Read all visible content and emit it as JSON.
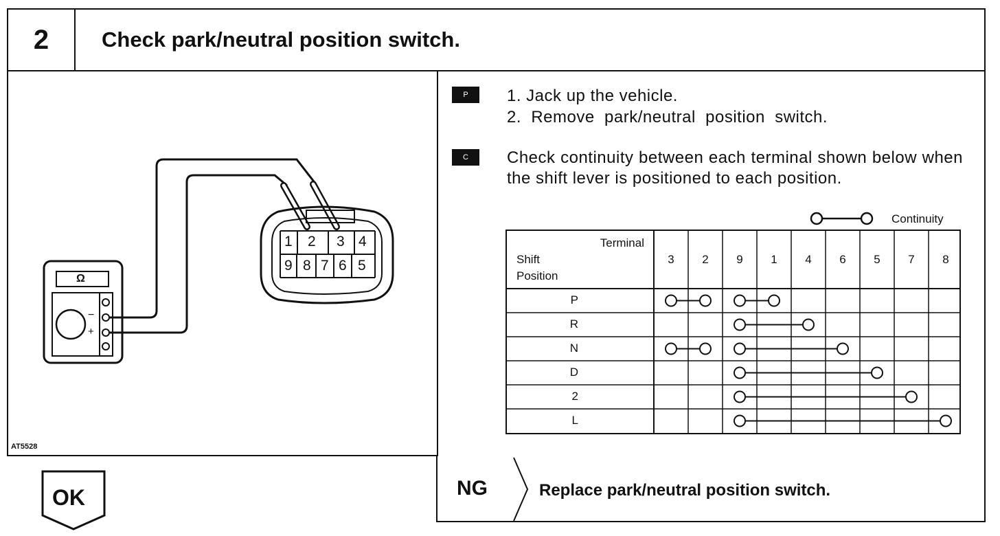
{
  "header": {
    "step_number": "2",
    "title": "Check park/neutral position switch."
  },
  "figure": {
    "id": "AT5528",
    "meter_symbol": "Ω",
    "meter_minus": "−",
    "meter_plus": "+",
    "connector_top_row": [
      "1",
      "2",
      "3",
      "4"
    ],
    "connector_bottom_row": [
      "9",
      "8",
      "7",
      "6",
      "5"
    ]
  },
  "instructions": {
    "tag_p": "P",
    "tag_c": "C",
    "step1": "1.  Jack up the vehicle.",
    "step2": "2.  Remove  park/neutral  position  switch.",
    "check": "Check continuity between each terminal shown below when the shift lever is positioned to each position."
  },
  "legend": {
    "label": "Continuity"
  },
  "table": {
    "header_terminal": "Terminal",
    "header_shift": "Shift",
    "header_position": "Position",
    "terminals": [
      "3",
      "2",
      "9",
      "1",
      "4",
      "6",
      "5",
      "7",
      "8"
    ],
    "rows": [
      {
        "position": "P",
        "connections": [
          [
            "3",
            "2"
          ],
          [
            "9",
            "1"
          ]
        ]
      },
      {
        "position": "R",
        "connections": [
          [
            "9",
            "4"
          ]
        ]
      },
      {
        "position": "N",
        "connections": [
          [
            "3",
            "2"
          ],
          [
            "9",
            "6"
          ]
        ]
      },
      {
        "position": "D",
        "connections": [
          [
            "9",
            "5"
          ]
        ]
      },
      {
        "position": "2",
        "connections": [
          [
            "9",
            "7"
          ]
        ]
      },
      {
        "position": "L",
        "connections": [
          [
            "9",
            "8"
          ]
        ]
      }
    ]
  },
  "result": {
    "ok_label": "OK",
    "ng_label": "NG",
    "ng_action": "Replace park/neutral position switch."
  }
}
